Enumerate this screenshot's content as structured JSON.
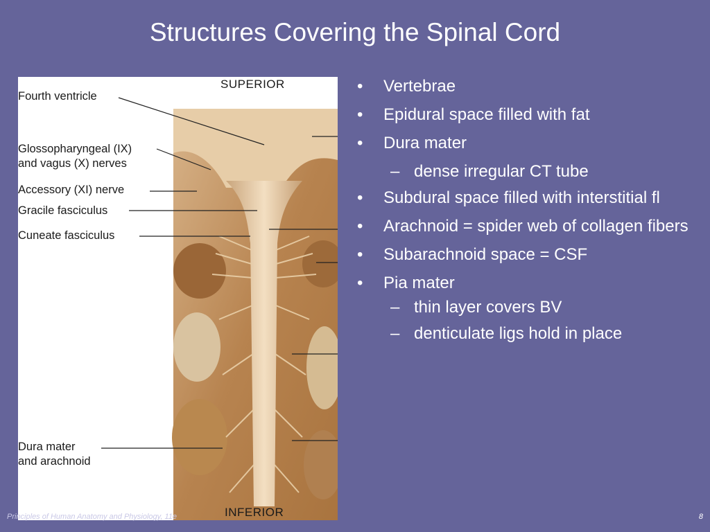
{
  "title": "Structures Covering the Spinal Cord",
  "figure": {
    "superior": "SUPERIOR",
    "inferior": "INFERIOR",
    "labels": {
      "fourth_ventricle": "Fourth ventricle",
      "glossopharyngeal": "Glossopharyngeal (IX)\nand vagus (X) nerves",
      "accessory": "Accessory (XI) nerve",
      "gracile": "Gracile fasciculus",
      "cuneate": "Cuneate fasciculus",
      "dura": "Dura mater\nand arachnoid"
    }
  },
  "bullets": {
    "marker": "•",
    "sub_marker": "–",
    "vertebrae": "Vertebrae",
    "epidural": "Epidural space filled with fat",
    "dura": "Dura mater",
    "dura_sub": "dense irregular CT tube",
    "subdural": "Subdural space filled with interstitial fl",
    "arachnoid": "Arachnoid = spider web of collagen fibers",
    "subarachnoid": "Subarachnoid space = CSF",
    "pia": "Pia mater",
    "pia_sub1": "thin layer covers BV",
    "pia_sub2": "denticulate ligs hold in place"
  },
  "footer": {
    "left": "Principles of Human Anatomy and Physiology, 11e",
    "page": "8"
  }
}
